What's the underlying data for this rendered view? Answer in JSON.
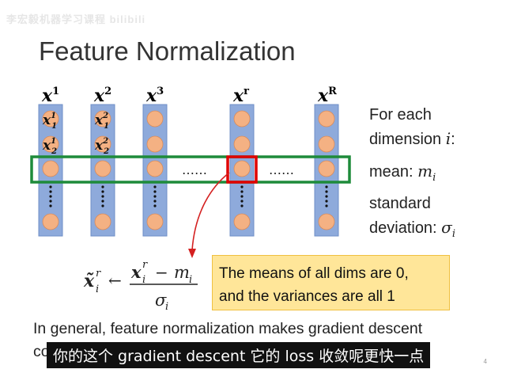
{
  "watermark": "李宏毅机器学习课程 bilibili",
  "slide": {
    "title": "Feature Normalization",
    "column_labels": [
      {
        "base": "x",
        "sup": "1"
      },
      {
        "base": "x",
        "sup": "2"
      },
      {
        "base": "x",
        "sup": "3"
      },
      {
        "base": "x",
        "sup": "r"
      },
      {
        "base": "x",
        "sup": "R"
      }
    ],
    "cell_labels": [
      {
        "base": "x",
        "sup": "1",
        "sub": "1"
      },
      {
        "base": "x",
        "sup": "1",
        "sub": "2"
      },
      {
        "base": "x",
        "sup": "2",
        "sub": "1"
      },
      {
        "base": "x",
        "sup": "2",
        "sub": "2"
      }
    ],
    "ellipsis": "……",
    "side": {
      "line1": "For each",
      "line2": "dimension ",
      "line2_var": "i",
      "line2_tail": ":",
      "mean": "mean: ",
      "mean_var": "m",
      "mean_sub": "i",
      "std1": "standard",
      "std2": "deviation: ",
      "std_var": "σ",
      "std_sub": "i"
    },
    "formula": {
      "lhs": "x̃",
      "lhs_sup": "r",
      "lhs_sub": "i",
      "arrow": "←",
      "num_x": "x",
      "num_sup": "r",
      "num_sub": "i",
      "minus": "−",
      "num_m": "m",
      "num_m_sub": "i",
      "den": "σ",
      "den_sub": "i"
    },
    "note_line1": "The means of all dims are 0,",
    "note_line2": "and the variances are all 1",
    "body_line1": "In general, feature normalization makes gradient descent",
    "body_line2": "co",
    "page_number": "4"
  },
  "subtitle": "你的这个 gradient descent 它的 loss 收敛呢更快一点",
  "colors": {
    "column_fill": "#8eaadb",
    "column_stroke": "#6f8fc7",
    "circle_fill": "#f4b183",
    "highlight_row": "#1e8b3a",
    "highlight_cell": "#e00000",
    "arrow": "#d42020",
    "note_bg": "#ffe699"
  }
}
